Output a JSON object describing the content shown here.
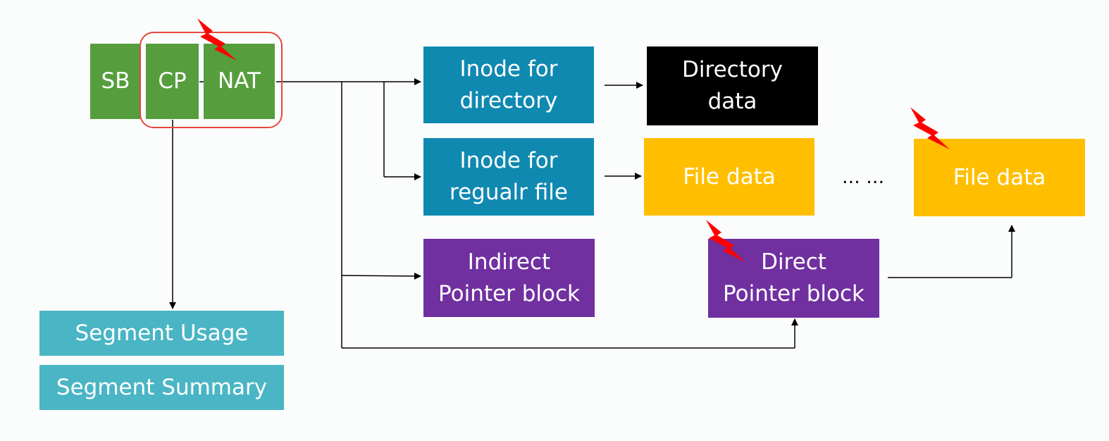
{
  "boxes": {
    "sb": "SB",
    "cp": "CP",
    "nat": "NAT",
    "inode_dir": [
      "Inode for",
      "directory"
    ],
    "dir_data": [
      "Directory",
      "data"
    ],
    "inode_file": [
      "Inode for",
      "regualr file"
    ],
    "file_data_1": "File data",
    "file_data_2": "File data",
    "indirect": [
      "Indirect",
      "Pointer block"
    ],
    "direct": [
      "Direct",
      "Pointer block"
    ],
    "seg_usage": "Segment Usage",
    "seg_summary": "Segment Summary"
  },
  "ellipsis": "… …",
  "colors": {
    "green": "#569e3d",
    "blue": "#1089b1",
    "black": "#000000",
    "yellow": "#ffbf00",
    "purple": "#7030a0",
    "teal": "#4ab5c4",
    "highlight": "#e8473b",
    "bolt": "#ff0000"
  }
}
